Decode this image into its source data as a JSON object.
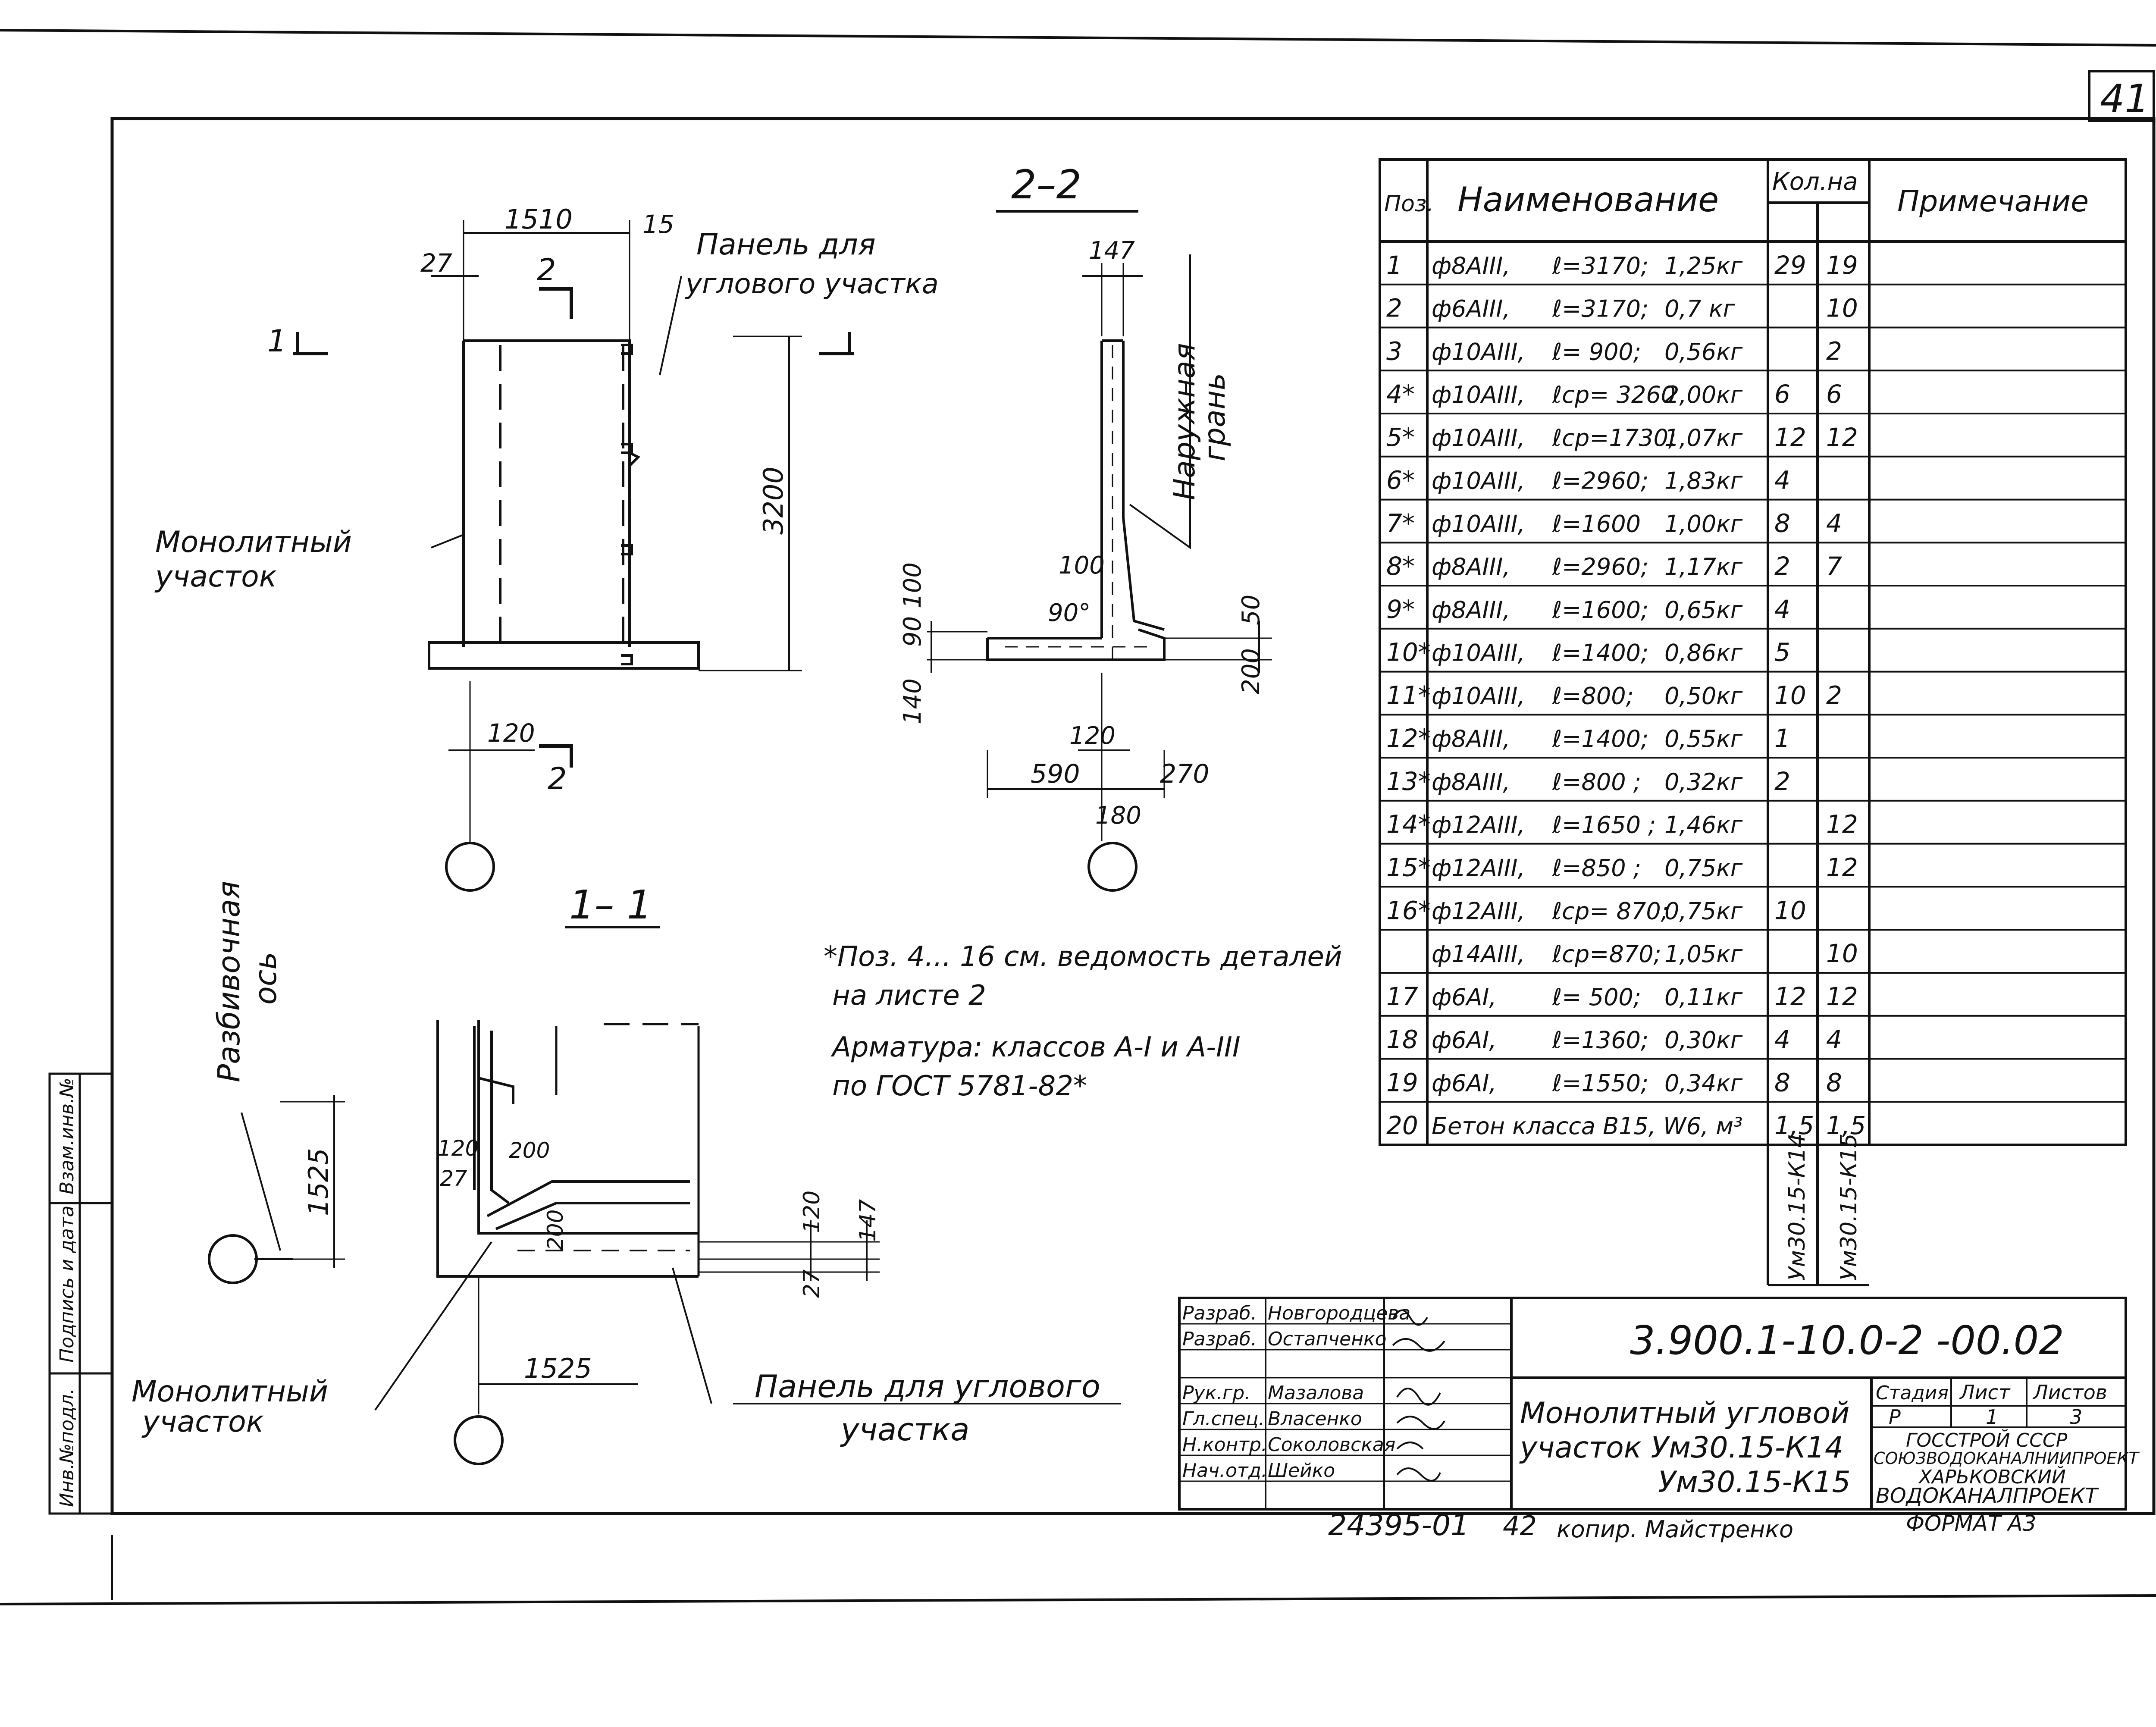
{
  "sheet": {
    "number": "41"
  },
  "views": {
    "plan": {
      "top_dim": "1510",
      "left_dim": "27",
      "right_dim": "15",
      "height_dim": "3200",
      "bottom_dim": "120",
      "cut1_label": "1",
      "cut2_label": "2",
      "panel_label": [
        "Панель  для",
        "углового участка"
      ],
      "monolith_label": [
        "Монолитный",
        "участок"
      ]
    },
    "section22": {
      "title": "2–2",
      "top_dim": "147",
      "face_label": [
        "Наружная",
        "грань"
      ],
      "d100": "100",
      "angle": "90°",
      "left_dims": [
        "90 100",
        "140"
      ],
      "right_dims": [
        "50",
        "200"
      ],
      "bottom_120": "120",
      "bottom_590": "590",
      "bottom_270": "270",
      "bottom_180": "180"
    },
    "section11": {
      "title": "1– 1",
      "axis_label": [
        "Разбивочная",
        "ось"
      ],
      "d1525_vert": "1525",
      "d120": "120",
      "d200": "200",
      "d27": "27",
      "d200b": "200",
      "d1525_horiz": "1525",
      "right_dims": [
        "120",
        "147",
        "27"
      ],
      "monolith_label": [
        "Монолитный",
        "участок"
      ],
      "panel_label": [
        "Панель  для  углового",
        "участка"
      ]
    }
  },
  "notes": {
    "line1": "*Поз. 4... 16 см. ведомость деталей",
    "line2": "на листе 2",
    "line3": "Арматура: классов А-I  и  А-III",
    "line4": "по ГОСТ 5781-82*"
  },
  "spec_table": {
    "headers": {
      "pos": "Поз.",
      "name": "Наименование",
      "qty": "Кол.на",
      "note": "Примечание"
    },
    "rows": [
      {
        "pos": "1",
        "bar": "ф8АIII,",
        "len": "ℓ=3170;",
        "mass": "1,25кг",
        "q1": "29",
        "q2": "19"
      },
      {
        "pos": "2",
        "bar": "ф6АIII,",
        "len": "ℓ=3170;",
        "mass": "0,7 кг",
        "q1": "",
        "q2": "10"
      },
      {
        "pos": "3",
        "bar": "ф10АIII,",
        "len": "ℓ= 900;",
        "mass": "0,56кг",
        "q1": "",
        "q2": "2"
      },
      {
        "pos": "4*",
        "bar": "ф10АIII,",
        "len": "ℓср= 3260",
        "mass": "2,00кг",
        "q1": "6",
        "q2": "6"
      },
      {
        "pos": "5*",
        "bar": "ф10АIII,",
        "len": "ℓср=1730;",
        "mass": "1,07кг",
        "q1": "12",
        "q2": "12"
      },
      {
        "pos": "6*",
        "bar": "ф10АIII,",
        "len": "ℓ=2960;",
        "mass": "1,83кг",
        "q1": "4",
        "q2": ""
      },
      {
        "pos": "7*",
        "bar": "ф10АIII,",
        "len": "ℓ=1600",
        "mass": "1,00кг",
        "q1": "8",
        "q2": "4"
      },
      {
        "pos": "8*",
        "bar": "ф8АIII,",
        "len": "ℓ=2960;",
        "mass": "1,17кг",
        "q1": "2",
        "q2": "7"
      },
      {
        "pos": "9*",
        "bar": "ф8АIII,",
        "len": "ℓ=1600;",
        "mass": "0,65кг",
        "q1": "4",
        "q2": ""
      },
      {
        "pos": "10*",
        "bar": "ф10АIII,",
        "len": "ℓ=1400;",
        "mass": "0,86кг",
        "q1": "5",
        "q2": ""
      },
      {
        "pos": "11*",
        "bar": "ф10АIII,",
        "len": "ℓ=800;",
        "mass": "0,50кг",
        "q1": "10",
        "q2": "2"
      },
      {
        "pos": "12*",
        "bar": "ф8АIII,",
        "len": "ℓ=1400;",
        "mass": "0,55кг",
        "q1": "1",
        "q2": ""
      },
      {
        "pos": "13*",
        "bar": "ф8АIII,",
        "len": "ℓ=800 ;",
        "mass": "0,32кг",
        "q1": "2",
        "q2": ""
      },
      {
        "pos": "14*",
        "bar": "ф12АIII,",
        "len": "ℓ=1650 ;",
        "mass": "1,46кг",
        "q1": "",
        "q2": "12"
      },
      {
        "pos": "15*",
        "bar": "ф12АIII,",
        "len": "ℓ=850 ;",
        "mass": "0,75кг",
        "q1": "",
        "q2": "12"
      },
      {
        "pos": "16*",
        "bar": "ф12АIII,",
        "len": "ℓср= 870;",
        "mass": "0,75кг",
        "q1": "10",
        "q2": ""
      },
      {
        "pos": "",
        "bar": "ф14АIII,",
        "len": "ℓср=870;",
        "mass": "1,05кг",
        "q1": "",
        "q2": "10"
      },
      {
        "pos": "17",
        "bar": "ф6АI,",
        "len": "ℓ= 500;",
        "mass": "0,11кг",
        "q1": "12",
        "q2": "12"
      },
      {
        "pos": "18",
        "bar": "ф6АI,",
        "len": "ℓ=1360;",
        "mass": "0,30кг",
        "q1": "4",
        "q2": "4"
      },
      {
        "pos": "19",
        "bar": "ф6АI,",
        "len": "ℓ=1550;",
        "mass": "0,34кг",
        "q1": "8",
        "q2": "8"
      },
      {
        "pos": "20",
        "bar": "Бетон класса В15, W6, м³",
        "len": "",
        "mass": "",
        "q1": "1,5",
        "q2": "1,5"
      }
    ],
    "col_q1_label": "Ум30.15-К14",
    "col_q2_label": "Ум30.15-К15"
  },
  "title_block": {
    "doc_code": "3.900.1-10.0-2  -00.02",
    "roles": [
      {
        "role": "Разраб.",
        "name": "Новгородцева"
      },
      {
        "role": "Разраб.",
        "name": "Остапченко"
      },
      {
        "role": "Рук.гр.",
        "name": "Мазалова"
      },
      {
        "role": "Гл.спец.",
        "name": "Власенко"
      },
      {
        "role": "Н.контр.",
        "name": "Соколовская"
      },
      {
        "role": "Нач.отд.",
        "name": "Шейко"
      }
    ],
    "title_lines": [
      "Монолитный  угловой",
      "участок  Ум30.15-К14",
      "Ум30.15-К15"
    ],
    "stage_h": "Стадия",
    "sheet_h": "Лист",
    "sheets_h": "Листов",
    "stage": "Р",
    "sheet": "1",
    "sheets": "3",
    "org": [
      "ГОССТРОЙ  СССР",
      "СОЮЗВОДОКАНАЛНИИПРОЕКТ",
      "ХАРЬКОВСКИЙ",
      "ВОДОКАНАЛПРОЕКТ"
    ]
  },
  "side_stamp": [
    "Инв.№подл.",
    "Подпись и дата",
    "Взам.инв.№"
  ],
  "footer": {
    "inv": "24395-01",
    "page": "42",
    "copy": "копир.  Майстренко",
    "format": "ФОРМАТ  А3"
  }
}
